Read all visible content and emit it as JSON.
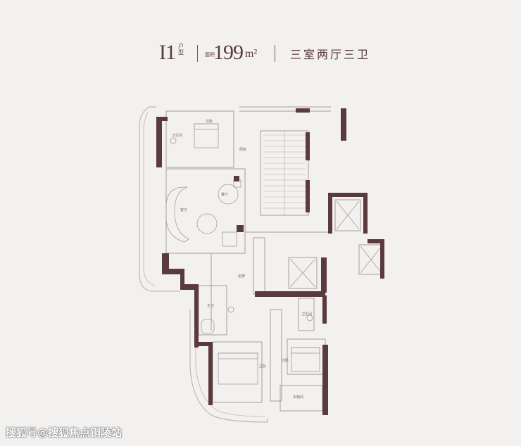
{
  "header": {
    "unit_code": "I1",
    "unit_suffix": "户型",
    "area_prefix": "面积",
    "area_value": "199",
    "area_unit": "m²",
    "layout": "三室两厅三卫"
  },
  "rooms": {
    "bedroom_top": "次卧",
    "bath_top": "卫生间",
    "kitchen": "厨房",
    "dining": "餐厅",
    "living": "客厅",
    "hall": "走廊",
    "bath_master": "主卫",
    "master_bedroom": "主卧",
    "bedroom_right": "次卧",
    "bath_right": "卫生间",
    "cloakroom": "衣帽间"
  },
  "watermark": "搜狐号@搜狐焦点铜陵站",
  "colors": {
    "background": "#f3f1ef",
    "wall": "#5a3a3c",
    "line": "#a89a96"
  }
}
